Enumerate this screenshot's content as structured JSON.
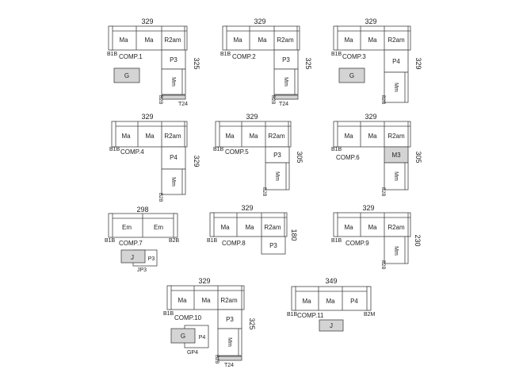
{
  "compositions": [
    {
      "name": "COMP.1",
      "width": "329",
      "depth": "325",
      "seats": [
        "Ma",
        "Ma",
        "R2am"
      ],
      "chaise": [
        "P3",
        "Mm"
      ],
      "left_arm": "B1B",
      "chaise_arm": "B2B",
      "tray": "T24",
      "extras": [
        "G"
      ]
    },
    {
      "name": "COMP.2",
      "width": "329",
      "depth": "325",
      "seats": [
        "Ma",
        "Ma",
        "R2am"
      ],
      "chaise": [
        "P3",
        "Mm"
      ],
      "left_arm": "B1B",
      "chaise_arm": "B2B",
      "tray": "T24",
      "extras": []
    },
    {
      "name": "COMP.3",
      "width": "329",
      "depth": "329",
      "seats": [
        "Ma",
        "Ma",
        "R2am"
      ],
      "chaise": [
        "P4",
        "Mm"
      ],
      "left_arm": "B1B",
      "chaise_arm": "B2B",
      "tray": "",
      "extras": [
        "G"
      ]
    },
    {
      "name": "COMP.4",
      "width": "329",
      "depth": "329",
      "seats": [
        "Ma",
        "Ma",
        "R2am"
      ],
      "chaise": [
        "P4",
        "Mm"
      ],
      "left_arm": "B1B",
      "chaise_arm": "B2B",
      "tray": "",
      "extras": []
    },
    {
      "name": "COMP.5",
      "width": "329",
      "depth": "305",
      "seats": [
        "Ma",
        "Ma",
        "R2am"
      ],
      "chaise": [
        "P3",
        "Mm"
      ],
      "left_arm": "B1B",
      "chaise_arm": "B2B",
      "tray": "",
      "extras": []
    },
    {
      "name": "COMP.6",
      "width": "329",
      "depth": "305",
      "seats": [
        "Ma",
        "Ma",
        "R2am"
      ],
      "chaise": [
        "M3",
        "Mm"
      ],
      "left_arm": "B1B",
      "chaise_arm": "B2B",
      "tray": "",
      "extras": []
    },
    {
      "name": "COMP.7",
      "width": "298",
      "seats": [
        "Em",
        "Em"
      ],
      "left_arm": "B1B",
      "right_arm": "B2B",
      "extras": [
        "J",
        "P3",
        "JP3"
      ]
    },
    {
      "name": "COMP.8",
      "width": "329",
      "depth": "180",
      "seats": [
        "Ma",
        "Ma",
        "R2am"
      ],
      "chaise": [
        "P3"
      ],
      "left_arm": "B1B",
      "extras": []
    },
    {
      "name": "COMP.9",
      "width": "329",
      "depth": "230",
      "seats": [
        "Ma",
        "Ma",
        "R2am"
      ],
      "chaise": [
        "Mm"
      ],
      "left_arm": "B1B",
      "chaise_arm": "B2B",
      "extras": []
    },
    {
      "name": "COMP.10",
      "width": "329",
      "depth": "325",
      "seats": [
        "Ma",
        "Ma",
        "R2am"
      ],
      "chaise": [
        "P3",
        "Mm"
      ],
      "left_arm": "B1B",
      "chaise_arm": "B2B",
      "tray": "T24",
      "extras": [
        "G",
        "P4",
        "GP4"
      ]
    },
    {
      "name": "COMP.11",
      "width": "349",
      "seats": [
        "Ma",
        "Ma",
        "P4"
      ],
      "left_arm": "B1B",
      "right_arm": "B2M",
      "extras": [
        "J"
      ]
    }
  ]
}
